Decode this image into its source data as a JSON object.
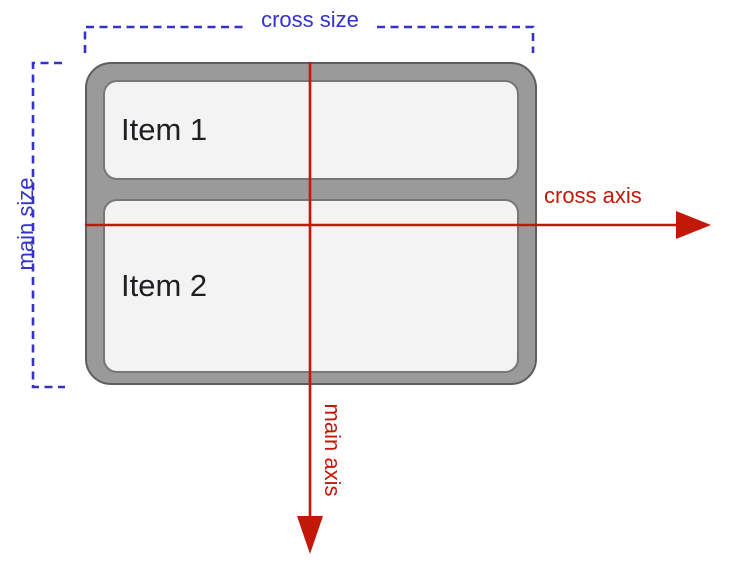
{
  "diagram": {
    "labels": {
      "cross_size": "cross size",
      "main_size": "main size",
      "cross_axis": "cross axis",
      "main_axis": "main axis"
    },
    "container": {
      "items": [
        {
          "label": "Item 1"
        },
        {
          "label": "Item 2"
        }
      ]
    }
  },
  "colors": {
    "size-accent": "#3333cc",
    "axis-accent": "#c21807",
    "container-bg": "#9a9a9a",
    "container-border": "#5e5e5e",
    "item-bg": "#f3f3f3",
    "item-border": "#777777",
    "item-text": "#1f1f23",
    "page-bg": "#ffffff"
  }
}
